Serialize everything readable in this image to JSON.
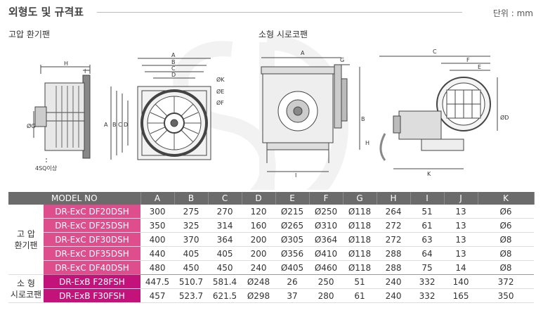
{
  "page": {
    "title": "외형도 및 규격표",
    "unit": "단위 : mm"
  },
  "sections": {
    "left_title": "고압 환기팬",
    "right_title": "소형 시로코팬"
  },
  "drawing_labels": {
    "h": "H",
    "i": "I",
    "g": "ØG",
    "bolt": "4SQ이상",
    "a": "A",
    "b": "B",
    "c": "C",
    "d": "D",
    "k": "ØK",
    "e": "ØE",
    "f": "ØF",
    "ra": "A",
    "rg": "G",
    "rb": "B",
    "rh": "H",
    "ri": "I",
    "rc": "C",
    "rf": "F",
    "re": "E",
    "rd": "ØD",
    "rk": "K"
  },
  "table": {
    "columns": [
      "MODEL NO",
      "A",
      "B",
      "C",
      "D",
      "E",
      "F",
      "G",
      "H",
      "I",
      "J",
      "K"
    ],
    "groups": [
      {
        "name": "고  압\n환기팬",
        "rows": [
          [
            "DR-ExC DF20DSH",
            "300",
            "275",
            "270",
            "120",
            "Ø215",
            "Ø250",
            "Ø118",
            "264",
            "51",
            "13",
            "Ø6"
          ],
          [
            "DR-ExC DF25DSH",
            "350",
            "325",
            "314",
            "160",
            "Ø265",
            "Ø310",
            "Ø118",
            "272",
            "61",
            "13",
            "Ø6"
          ],
          [
            "DR-ExC DF30DSH",
            "400",
            "370",
            "364",
            "200",
            "Ø305",
            "Ø364",
            "Ø118",
            "272",
            "63",
            "13",
            "Ø8"
          ],
          [
            "DR-ExC DF35DSH",
            "440",
            "405",
            "405",
            "200",
            "Ø356",
            "Ø410",
            "Ø118",
            "288",
            "64",
            "13",
            "Ø8"
          ],
          [
            "DR-ExC DF40DSH",
            "480",
            "450",
            "450",
            "240",
            "Ø405",
            "Ø460",
            "Ø118",
            "288",
            "75",
            "14",
            "Ø8"
          ]
        ]
      },
      {
        "name": "소  형\n시로코팬",
        "rows": [
          [
            "DR-ExB F28FSH",
            "447.5",
            "510.7",
            "581.4",
            "Ø248",
            "26",
            "250",
            "51",
            "240",
            "332",
            "140",
            "372"
          ],
          [
            "DR-ExB F30FSH",
            "457",
            "523.7",
            "621.5",
            "Ø298",
            "37",
            "280",
            "61",
            "240",
            "332",
            "165",
            "350"
          ]
        ]
      }
    ]
  }
}
